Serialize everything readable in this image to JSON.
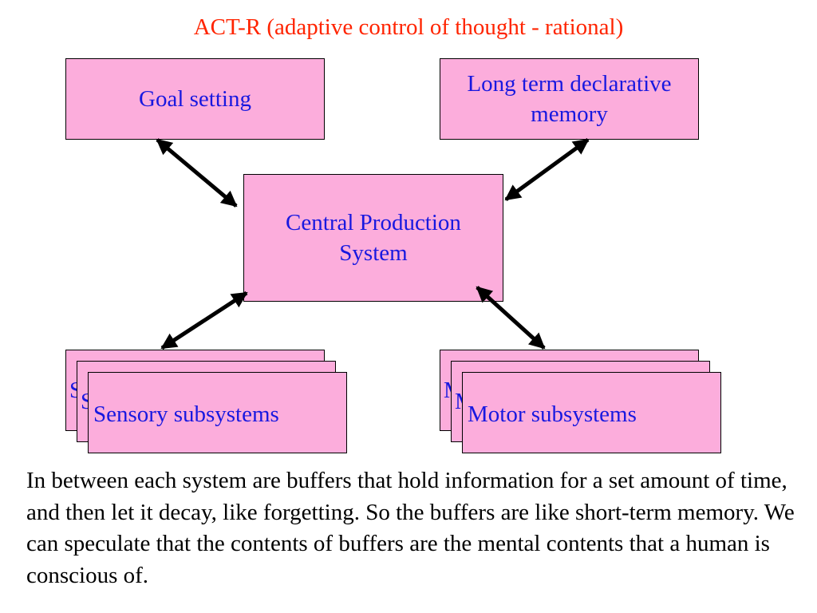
{
  "title": "ACT-R (adaptive control of thought - rational)",
  "boxes": {
    "goal": "Goal setting",
    "memory": "Long term declarative memory",
    "central": "Central Production System",
    "sensory": "Sensory subsystems",
    "motor": "Motor subsystems"
  },
  "caption": "In between each system are buffers that hold information for a set amount of time, and then let it decay, like forgetting. So the buffers are like short-term memory. We can speculate that the contents of buffers are the mental contents that a human is conscious of.",
  "colors": {
    "title": "#ff2400",
    "box_fill": "#fcaddc",
    "box_text": "#1818e0",
    "arrow": "#000000"
  }
}
